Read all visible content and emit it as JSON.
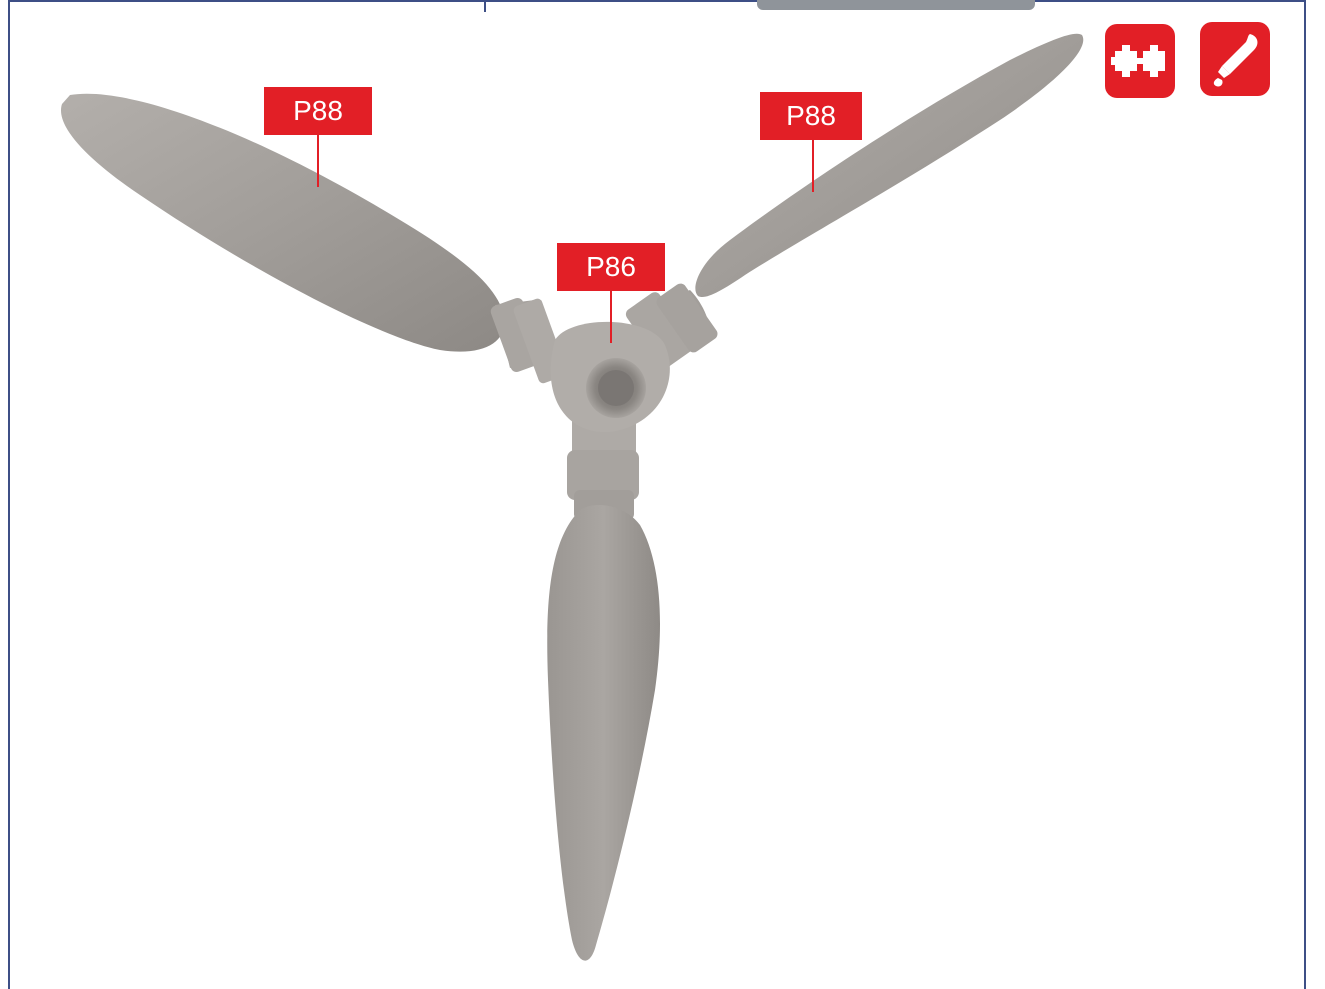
{
  "diagram": {
    "callouts": [
      {
        "label": "P88"
      },
      {
        "label": "P88"
      },
      {
        "label": "P86"
      }
    ]
  },
  "icons": [
    "puzzle-assembly-icon",
    "glue-bottle-icon"
  ],
  "colors": {
    "accent": "#e21f26",
    "frame": "#3d4f86",
    "part": "#9c9894"
  }
}
